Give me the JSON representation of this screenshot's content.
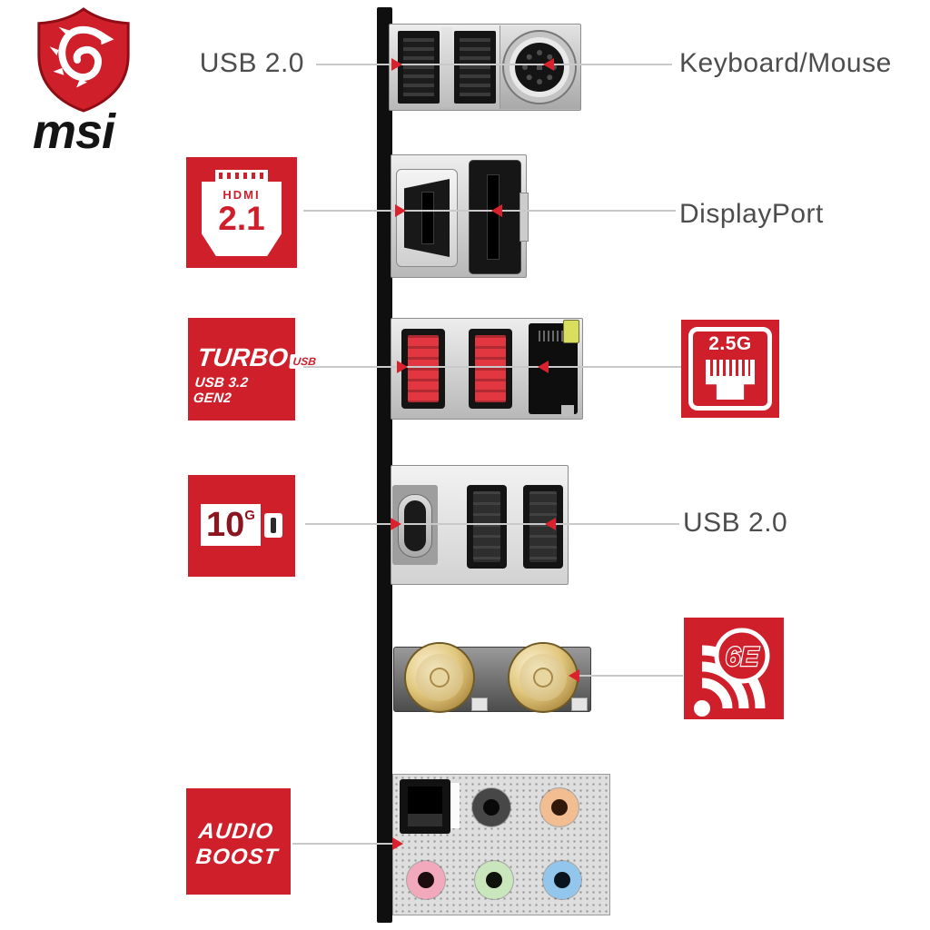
{
  "brand": {
    "wordmark": "msi"
  },
  "callouts": {
    "usb2_top": "USB 2.0",
    "keyboard_mouse": "Keyboard/Mouse",
    "displayport": "DisplayPort",
    "usb2_mid": "USB 2.0"
  },
  "badges": {
    "hdmi": {
      "label": "HDMI",
      "version": "2.1"
    },
    "turbo_usb": {
      "title": "TURBO",
      "chip": "USB",
      "subtitle": "USB 3.2 GEN2"
    },
    "lan": {
      "speed": "2.5G"
    },
    "usb_10g": {
      "value": "10",
      "unit": "G"
    },
    "wifi": {
      "standard": "6E"
    },
    "audio": {
      "line1": "AUDIO",
      "line2": "BOOST"
    }
  },
  "colors": {
    "brand_red": "#cf1f2b",
    "arrow_red": "#d8232e",
    "label_gray": "#4d4d4d",
    "leader_gray": "#c9c9c9",
    "io_bar_black": "#0f0f0f",
    "usb32_red": "#e23640",
    "lan_led_yellow": "#d9de5c",
    "antenna_gold": "#e2c87e",
    "jack_black": "#474747",
    "jack_orange": "#f3bd92",
    "jack_pink": "#f2a9bb",
    "jack_green": "#c9e6bd",
    "jack_blue": "#93c6ec"
  }
}
